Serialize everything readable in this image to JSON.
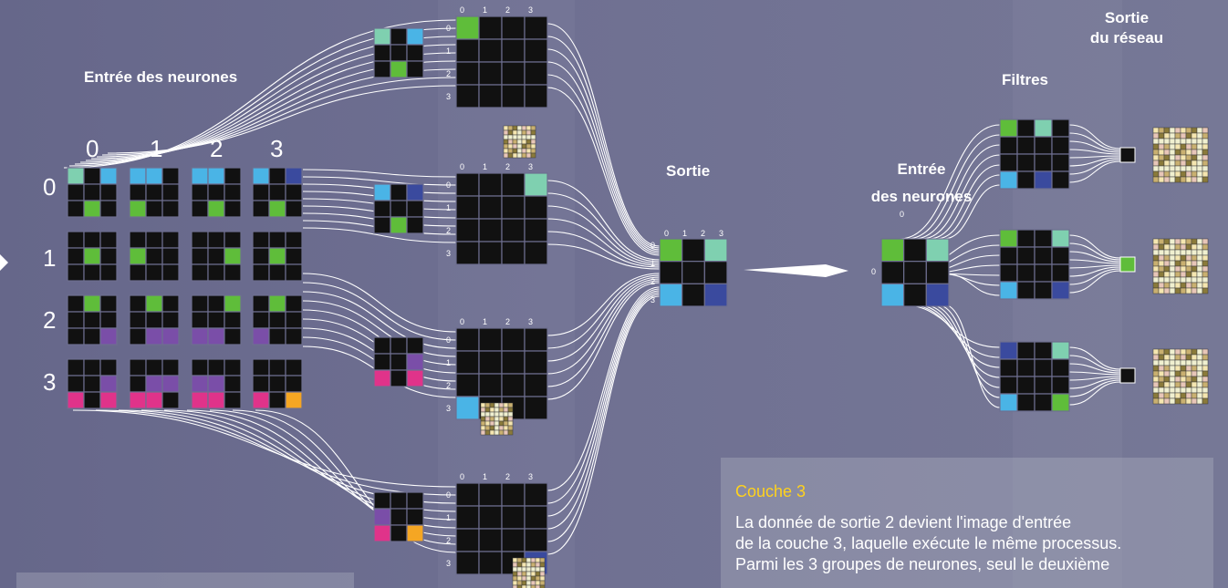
{
  "labels": {
    "input_neurons_left": "Entrée des neurones",
    "output_mid": "Sortie",
    "input_neurons_right_l1": "Entrée",
    "input_neurons_right_l2": "des neurones",
    "filters": "Filtres",
    "network_output_l1": "Sortie",
    "network_output_l2": "du réseau"
  },
  "column_indices": [
    "0",
    "1",
    "2",
    "3"
  ],
  "row_indices": [
    "0",
    "1",
    "2",
    "3"
  ],
  "small_axis_ticks": [
    "0",
    "1",
    "2",
    "3"
  ],
  "right_input_tick": "0",
  "info": {
    "title": "Couche 3",
    "lines": [
      "La donnée de sortie 2 devient l'image d'entrée",
      "de la couche 3, laquelle exécute le même processus.",
      "Parmi les 3 groupes de neurones, seul le deuxième"
    ]
  },
  "colors": {
    "background": "#6e6f90",
    "cell": "#111111",
    "grid_line": "#6e6f90",
    "green": "#5fbd3a",
    "teal": "#7fd0b0",
    "blue": "#4ab4e6",
    "navy": "#3a4a9e",
    "purple": "#7a4ea8",
    "pink": "#e0338a",
    "orange": "#f5a623",
    "title_yellow": "#ffd21c"
  }
}
